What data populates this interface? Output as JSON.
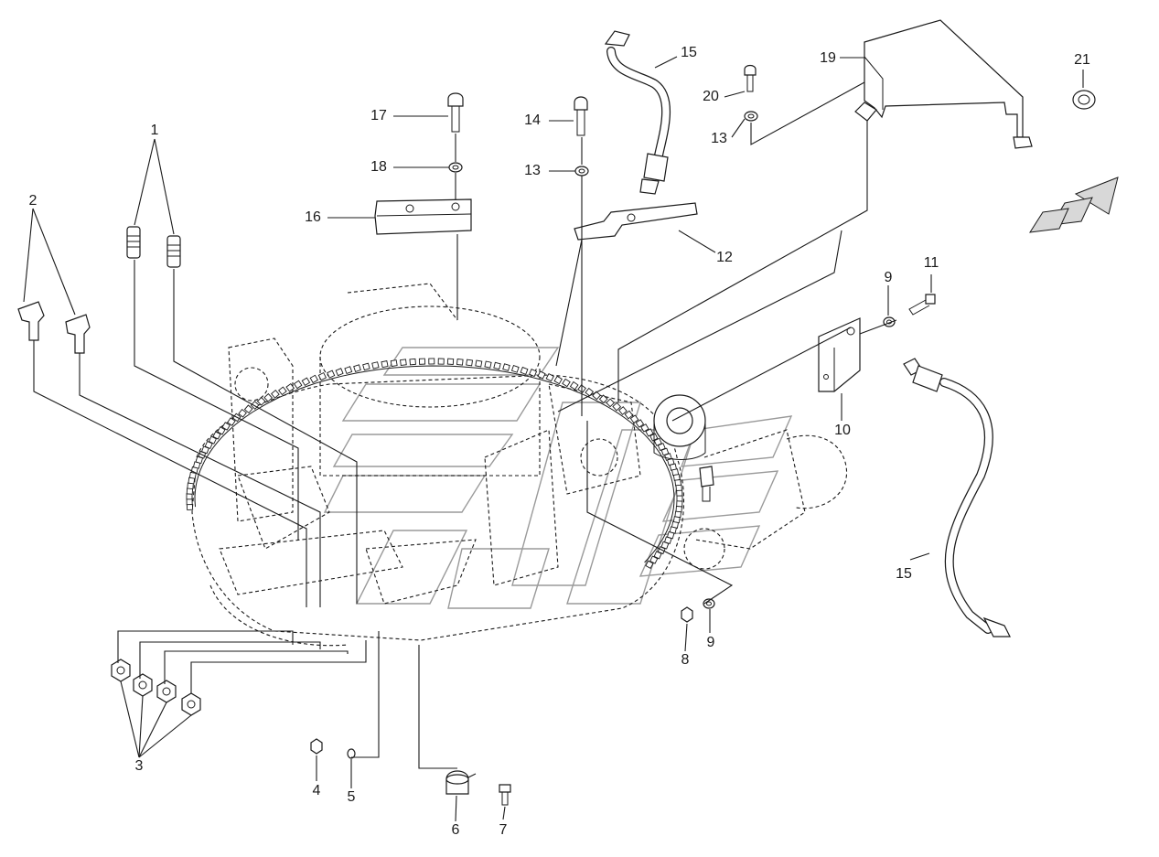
{
  "diagram": {
    "callouts": {
      "c1": "1",
      "c2": "2",
      "c3": "3",
      "c4": "4",
      "c5": "5",
      "c6": "6",
      "c7": "7",
      "c8": "8",
      "c9a": "9",
      "c9b": "9",
      "c10": "10",
      "c11": "11",
      "c12": "12",
      "c13a": "13",
      "c13b": "13",
      "c14": "14",
      "c15a": "15",
      "c15b": "15",
      "c16": "16",
      "c17": "17",
      "c18": "18",
      "c19": "19",
      "c20": "20",
      "c21": "21"
    },
    "icons": [
      "direction-arrow-icon"
    ],
    "colors": {
      "line": "#1a1a1a",
      "watermark": "#9a9a9a",
      "background": "#ffffff"
    }
  }
}
